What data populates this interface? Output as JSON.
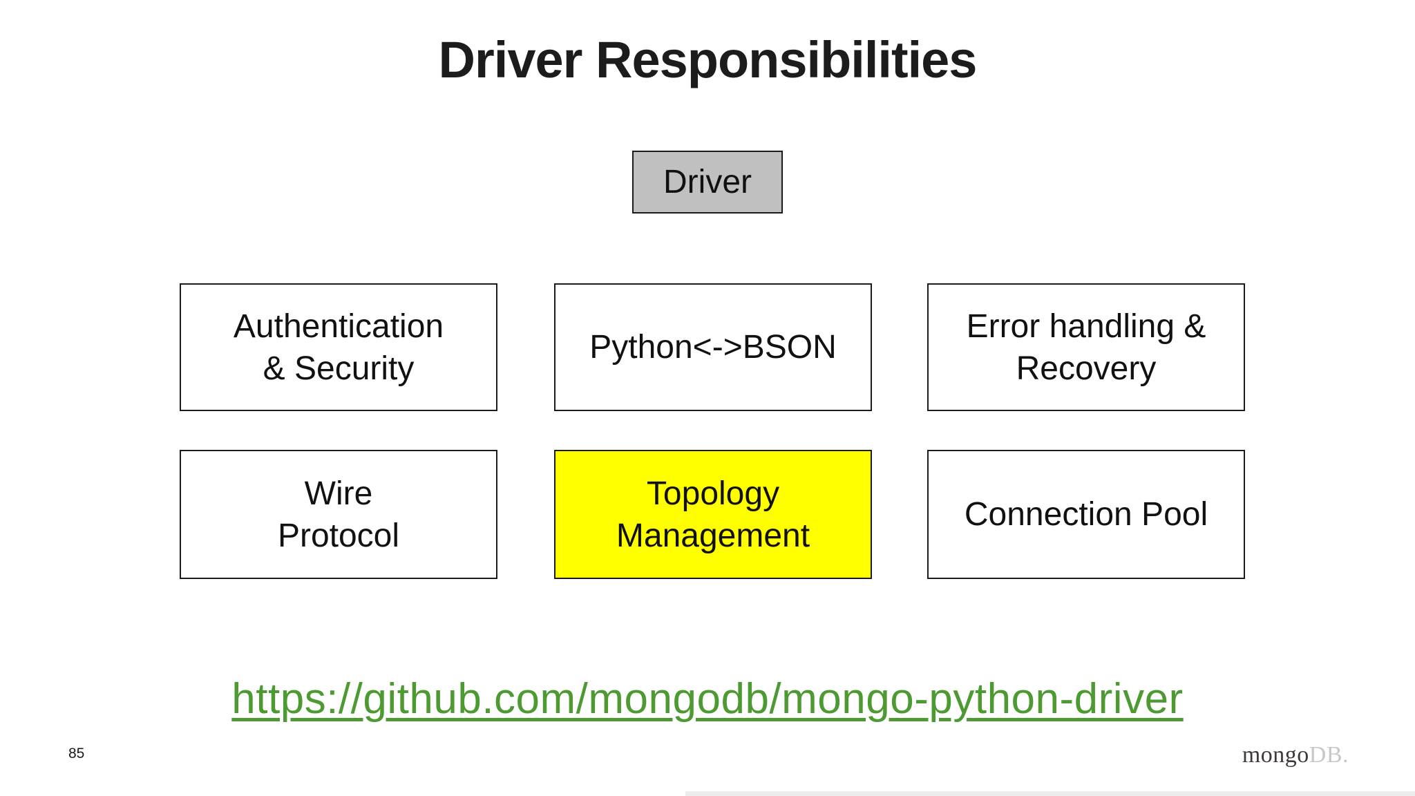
{
  "slide": {
    "title": "Driver Responsibilities",
    "page_number": "85"
  },
  "driver_box": {
    "label": "Driver",
    "fill": "#c0c0c0"
  },
  "boxes": [
    {
      "lines": [
        "Authentication",
        "& Security"
      ],
      "fill": "#ffffff"
    },
    {
      "lines": [
        "Python<->BSON",
        ""
      ],
      "fill": "#ffffff"
    },
    {
      "lines": [
        "Error handling &",
        "Recovery"
      ],
      "fill": "#ffffff"
    },
    {
      "lines": [
        "Wire",
        "Protocol"
      ],
      "fill": "#ffffff"
    },
    {
      "lines": [
        "Topology",
        "Management"
      ],
      "fill": "#ffff00"
    },
    {
      "lines": [
        "Connection Pool",
        ""
      ],
      "fill": "#ffffff"
    }
  ],
  "link": {
    "text": "https://github.com/mongodb/mongo-python-driver",
    "color": "#4e9a32"
  },
  "logo": {
    "word": "mongo",
    "db": "DB",
    "period": ".",
    "word_color": "#3e3a39",
    "db_color": "#c9c7c7"
  }
}
